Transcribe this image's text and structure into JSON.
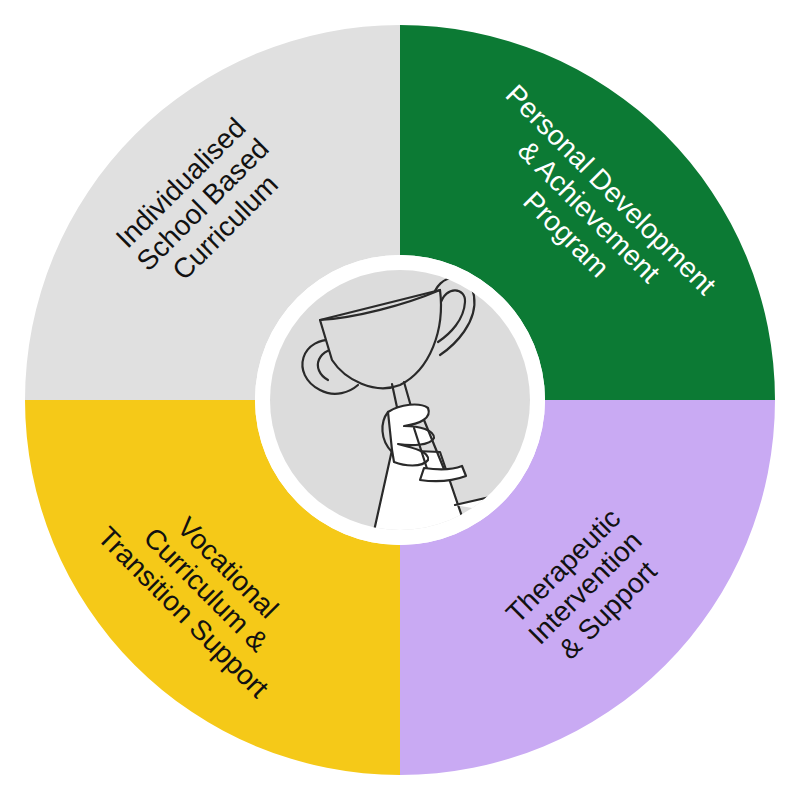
{
  "diagram": {
    "nodes": [
      {
        "text": [
          "Individualised School Based Curriculum"
        ]
      },
      {
        "text": [
          "Personal Development & Achievement Program"
        ]
      },
      {
        "text": [
          "Vocational Curriculum & Transition Support"
        ]
      },
      {
        "text": [
          "Therapeutic Intervention & Support"
        ]
      }
    ]
  }
}
